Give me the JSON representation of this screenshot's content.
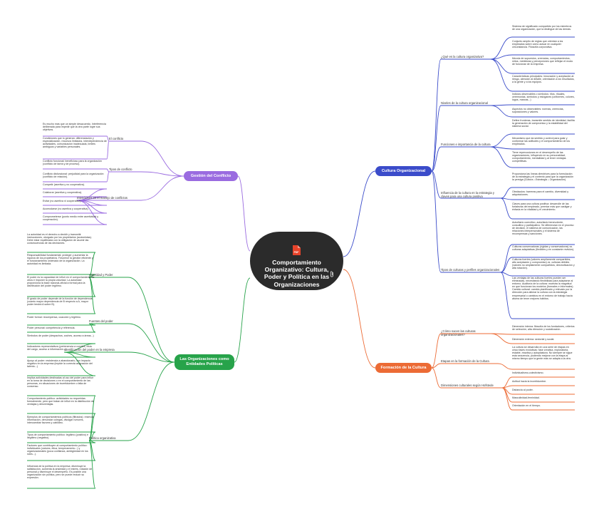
{
  "center": {
    "title": "Comportamiento Organizativo: Cultura, Poder y Política en las Organizaciones"
  },
  "icons": {
    "center_badge": "pdf-icon",
    "attachment": "paperclip-icon"
  },
  "colors": {
    "cultura": "#3b4cca",
    "conflicto": "#9a6be0",
    "formacion": "#ec6b35",
    "poder": "#27a34a",
    "center": "#2b2b2b"
  },
  "branches": {
    "cultura": {
      "label": "Cultura Organizacional",
      "subs": [
        {
          "label": "¿Qué es la cultura organizativa?",
          "leaves": [
            "Sistema de significado compartido por los miembros de una organización, que la distingue de las demás.",
            "Conjunto amplio de reglas que orientan a los empleados sobre cómo actuar en cualquier circunstancia. Filosofía corporativa.",
            "Mezcla de supuestos, creencias, comportamientos, mitos, metáforas y percepciones que reflejan el modo de funcionar de la empresa.",
            "Características principales: innovación y aceptación al riesgo, atención al detalle, orientación a los resultados, a la gente y a los equipos."
          ]
        },
        {
          "label": "Niveles de la cultura organizacional",
          "leaves": [
            "Indicios observables o símbolos: ritos, rituales, ceremonias, símbolos y eslóganes (uniformes, colores, logos, marcas...)",
            "Aspectos no observables: normas, creencias, suposiciones y valores."
          ]
        },
        {
          "label": "Funciones e importancia de la cultura",
          "leaves": [
            "Define fronteras, transmite sentido de identidad, facilita la generación de compromiso y la estabilidad del sistema social.",
            "Mecanismo que da sentido y control para guiar y conformar las actitudes y el comportamiento de los empleados.",
            "Tiene repercusiones en el desempeño de las organizaciones, influyendo en su personalidad, comportamiento, mentalidad y al tener ventajas competitivas."
          ]
        },
        {
          "label": "Influencia de la cultura en la estrategia y claves para una cultura positiva",
          "leaves": [
            "Proporciona las líneas directrices para la formulación de la estrategia y el contexto para que la organización la persiga (Cultura⇔Estrategia⇔Organización).",
            "Obstáculos: barreras para el cambio, diversidad y adquisiciones.",
            "Claves para una cultura positiva: desarrolle de las fortalezas del empleado, premiar más que castigar y énfasis en la vitalidad y el crecimiento."
          ]
        },
        {
          "label": "Tipos de culturas y perfiles organizacionales",
          "leaves": [
            "Autoritario coercitivo, autoritario benevolente, consultivo y participativo. Se diferencian en el proceso de decisión, el sistema de comunicación, las relaciones interpersonales y el sistema de recompensas y sanciones.",
            "Culturas conservadoras (rígidas y conservadoras) vs. culturas adaptativas (flexibles y en constante revisión).",
            "Culturas fuertes (valores ampliamente compartidos, alto aceptación y compromiso) vs. culturas débiles (valores no ampliamente compartidos, desmotivación y alta rotación).",
            "Las ventajas de las culturas fuertes pueden ser eliminadas, necesitando flexibilidad para adaptarse al entorno. Auditoría de la cultura: muestra la magnitud en que funcionan los modelos (formales e informales). Cambio cultural: cambio planificado y relevado por la dirección para alinear la cultura con la estrategia empresarial o cambios en el entorno de trabajo hacia afuera de tener mejores hábitos."
          ]
        }
      ]
    },
    "conflicto": {
      "label": "Gestión del Conflicto",
      "subs": [
        {
          "label": "El conflicto",
          "leaves": [
            "Es mucho más que un simple desacuerdo. Interferencia deliberada para impedir que la otra parte logre sus objetivos.",
            "Condiciones que lo generan: diferenciación y especialización, recursos limitados, interdependencia de actividades, comunicación inadecuada, límites ambiguos y variables personales."
          ]
        },
        {
          "label": "Tipos de conflicto",
          "leaves": [
            "Conflicto funcional: beneficioso para la organización (conflicto de tarea y de proceso).",
            "Conflicto disfuncional: perjudicial para la organización (conflicto de relación)."
          ]
        },
        {
          "label": "Intenciones en el manejo de conflictos",
          "leaves": [
            "Competir (asertiva y no cooperativa).",
            "Colaborar (asertiva y cooperativa).",
            "Evitar (no asertiva ni cooperativa).",
            "Acomodarse (no asertiva y cooperativa).",
            "Comprometerse (punto medio entre asertividad y cooperación)."
          ]
        }
      ]
    },
    "formacion": {
      "label": "Formación de la Cultura",
      "subs": [
        {
          "label": "¿Cómo nacen las culturas organizacionales?",
          "leaves": [
            "Dimensión interna: filosofía de los fundadores, criterios de selección, alta dirección y socialización.",
            "Dimensión externa: sectorial y social."
          ]
        },
        {
          "label": "Etapas en la formación de la Cultura",
          "leaves": [
            "La cultura se desarrolla en una serie de etapas en cinco fases evolutivas: fase creativa, exploratoria, estable, reactiva y autoplastora. No siempre se sigue esta secuencia, pudiendo mejorar con la etapa al mismo tiempo que la gente más se adapta a la otra."
          ]
        },
        {
          "label": "Dimensiones culturales según Hofstede",
          "leaves": [
            "Individualismo-colectivismo.",
            "Actitud hacia la incertidumbre.",
            "Distancia al poder.",
            "Masculinidad-feminidad.",
            "Orientación en el tiempo."
          ]
        }
      ]
    },
    "poder": {
      "label": "Las Organizaciones como Entidades Políticas",
      "subs": [
        {
          "label": "Autoridad y Poder",
          "leaves": [
            "La autoridad es el derecho a decidir y transmitir instrucciones, otorgado por los propietarios (accionistas). Debe estar equilibrada con la obligación de asumir las consecuencias de las decisiones.",
            "Responsabilidad fundamental: proteger y aumentar la riqueza de los propietarios. Favorece la gestión eficiente y el funcionamiento ordenado de la organización. La autoridad es limitada.",
            "El poder es la capacidad de influir en el comportamiento de otros e imponer la propia voluntad. La autoridad proporciona la base racional-oficial a formal para la distribución del poder legítimo.",
            "El grado de poder depende de la función de dependencia (cuanto mayor dependencia de B respecto a A, mayor poder tendrá A sobre B)."
          ]
        },
        {
          "label": "Fuentes del poder",
          "leaves": [
            "Poder formal: recompensa, coacción y legítimo.",
            "Poder personal: competencia y referencia."
          ]
        },
        {
          "label": "Identificación del poder en la empresa",
          "leaves": [
            "Símbolos de poder (despachos, coches, acceso a áreas...)",
            "Indicadores representativos (pertenencia a comités, título del cargo, acceso a información...)",
            "Apoyo al poder: resistencia a abandonarlo, con impacto negativo en la empresa (impide la correcta asignación del talento...)"
          ]
        },
        {
          "label": "Política organizativa",
          "leaves": [
            "Implica actividades destinadas al uso del poder para influir en la toma de decisiones o en el comportamiento de las personas, en situaciones de incertidumbre o falta de consenso.",
            "Comportamiento político: actividades no requeridas formalmente, pero que tratan de influir en la distribución de ventajas y desventajas.",
            "Ejemplos de comportamientos políticos (filtrados): reservar información, denunciar colegas, divulgar rumores, intercambiar favores y cabildeo.",
            "Tipos de comportamiento político: legítimo (positivo) e ilegítimo (negativo).",
            "Factores que contribuyen al comportamiento político: individuales (valores, ética, temperamento...) y organizacionales (poca confianza, ambigüedad en los roles...).",
            "Influencia de la política en la empresa: disminuye la satisfacción, aumenta la ansiedad y el estrés, rotación de personal y disminuye el desempeño. Es posible una organización sin política, pero se puede reducir su expresión."
          ]
        }
      ]
    }
  }
}
